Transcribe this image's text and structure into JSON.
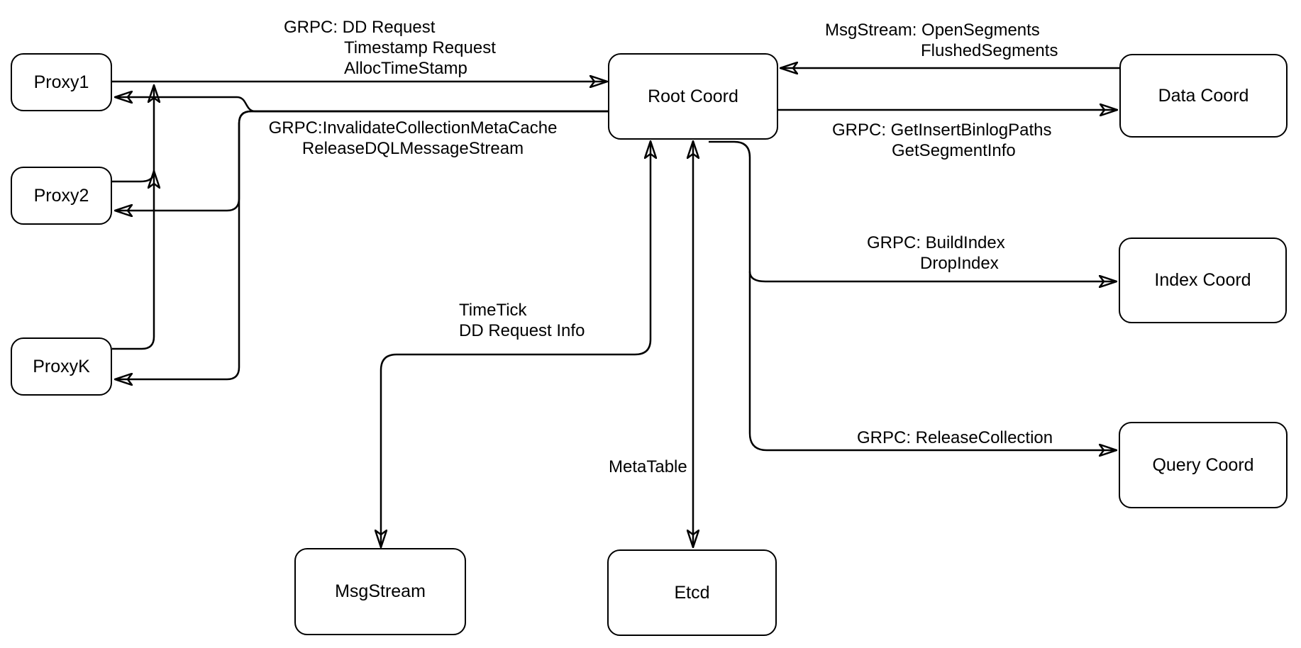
{
  "diagram": {
    "colors": {
      "background": "#ffffff",
      "stroke": "#000000",
      "text": "#000000"
    },
    "nodes": [
      {
        "id": "proxy1",
        "label": "Proxy1"
      },
      {
        "id": "proxy2",
        "label": "Proxy2"
      },
      {
        "id": "proxyk",
        "label": "ProxyK"
      },
      {
        "id": "root_coord",
        "label": "Root Coord"
      },
      {
        "id": "data_coord",
        "label": "Data Coord"
      },
      {
        "id": "index_coord",
        "label": "Index Coord"
      },
      {
        "id": "query_coord",
        "label": "Query Coord"
      },
      {
        "id": "msgstream",
        "label": "MsgStream"
      },
      {
        "id": "etcd",
        "label": "Etcd"
      }
    ],
    "edge_labels": [
      {
        "id": "dd_request",
        "lines": [
          "GRPC: DD Request",
          "Timestamp Request",
          "AllocTimeStamp"
        ]
      },
      {
        "id": "invalidate",
        "lines": [
          "GRPC:InvalidateCollectionMetaCache",
          "ReleaseDQLMessageStream"
        ]
      },
      {
        "id": "open_segments",
        "lines": [
          "MsgStream: OpenSegments",
          "FlushedSegments"
        ]
      },
      {
        "id": "binlog",
        "lines": [
          "GRPC: GetInsertBinlogPaths",
          "GetSegmentInfo"
        ]
      },
      {
        "id": "build_index",
        "lines": [
          "GRPC: BuildIndex",
          "DropIndex"
        ]
      },
      {
        "id": "release_collection",
        "lines": [
          "GRPC: ReleaseCollection"
        ]
      },
      {
        "id": "timetick",
        "lines": [
          "TimeTick",
          "DD Request Info"
        ]
      },
      {
        "id": "metatable",
        "lines": [
          "MetaTable"
        ]
      }
    ]
  }
}
